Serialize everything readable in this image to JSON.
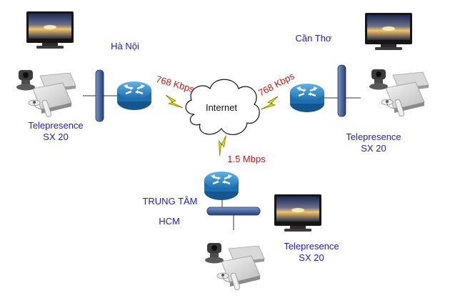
{
  "colors": {
    "site_label": "#1a1ad6",
    "link_label": "#d01010",
    "router": "#2f86c8",
    "link_bolt": "#e8e400",
    "switch_bar": "#2a4d8a"
  },
  "sites": {
    "hanoi": {
      "name": "Hà Nội",
      "device_line1": "Telepresence",
      "device_line2": "SX 20"
    },
    "cantho": {
      "name": "Cần Thơ",
      "device_line1": "Telepresence",
      "device_line2": "SX 20"
    },
    "hcm": {
      "name_line1": "TRUNG TÂM",
      "name_line2": "HCM",
      "device_line1": "Telepresence",
      "device_line2": "SX 20"
    }
  },
  "cloud": {
    "label": "Internet"
  },
  "links": {
    "hanoi": "768 Kbps",
    "cantho": "768 Kbps",
    "hcm": "1.5 Mbps"
  },
  "icons": [
    "monitor-icon",
    "camera-icon",
    "codec-icon",
    "router-icon",
    "switch-icon",
    "cloud-icon",
    "lightning-link-icon"
  ]
}
